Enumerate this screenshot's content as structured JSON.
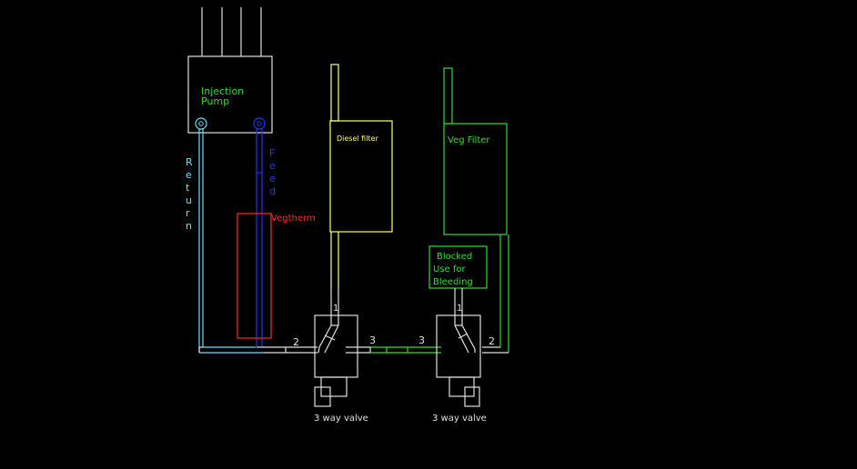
{
  "labels": {
    "pump_line1": "Injection",
    "pump_line2": "Pump",
    "return_letters": [
      "R",
      "e",
      "t",
      "u",
      "r",
      "n"
    ],
    "feed_letters": [
      "F",
      "e",
      "e",
      "d"
    ],
    "vegtherm": "Vegtherm",
    "diesel_filter": "Diesel filter",
    "veg_filter": "Veg Filter",
    "blocked_line1": "Blocked",
    "blocked_line2": "Use for",
    "blocked_line3": "Bleeding",
    "valve1_caption": "3 way valve",
    "valve2_caption": "3 way valve",
    "valve1_port1": "1",
    "valve1_port2": "2",
    "valve1_port3": "3",
    "valve2_port1": "1",
    "valve2_port2": "2",
    "valve2_port3": "3"
  },
  "colors": {
    "background": "#000000",
    "outline": "#e0e0e0",
    "return_line": "#66e0ff",
    "feed_line": "#2233ff",
    "vegtherm": "#ff2a2a",
    "diesel": "#ffff66",
    "veg": "#33dd33"
  }
}
